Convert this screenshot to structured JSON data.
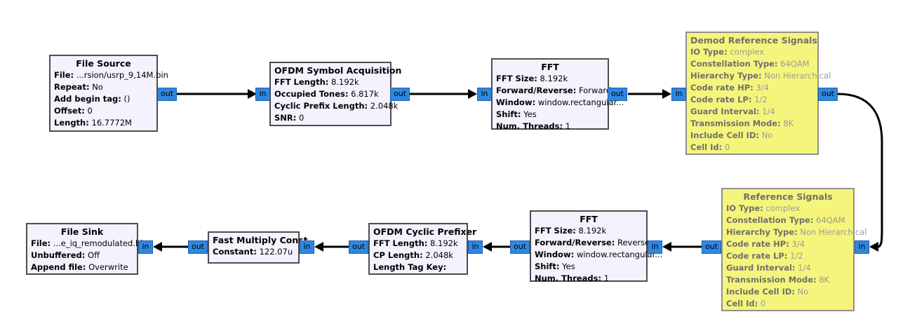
{
  "app": {
    "name": "GNU Radio Companion flowgraph"
  },
  "port_labels": {
    "in": "in",
    "out": "out"
  },
  "colors": {
    "block_fill": "#f4f2fd",
    "block_border": "#4d4d4d",
    "disabled_fill": "#f5f57c",
    "disabled_border": "#8f8f8f",
    "disabled_text": "#9a9a9a",
    "port_fill": "#2f87e0",
    "port_border": "#1a5fb4",
    "wire": "#000000"
  },
  "blocks": [
    {
      "title": "File Source",
      "params": [
        {
          "label": "File:",
          "value": "...rsion/usrp_9,14M.bin"
        },
        {
          "label": "Repeat:",
          "value": "No"
        },
        {
          "label": "Add begin tag:",
          "value": "()"
        },
        {
          "label": "Offset:",
          "value": "0"
        },
        {
          "label": "Length:",
          "value": "16.7772M"
        }
      ]
    },
    {
      "title": "OFDM Symbol Acquisition",
      "params": [
        {
          "label": "FFT Length:",
          "value": "8.192k"
        },
        {
          "label": "Occupied Tones:",
          "value": "6.817k"
        },
        {
          "label": "Cyclic Prefix Length:",
          "value": "2.048k"
        },
        {
          "label": "SNR:",
          "value": "0"
        }
      ]
    },
    {
      "title": "FFT",
      "params": [
        {
          "label": "FFT Size:",
          "value": "8.192k"
        },
        {
          "label": "Forward/Reverse:",
          "value": "Forward"
        },
        {
          "label": "Window:",
          "value": "window.rectangular..."
        },
        {
          "label": "Shift:",
          "value": "Yes"
        },
        {
          "label": "Num. Threads:",
          "value": "1"
        }
      ]
    },
    {
      "title": "Demod Reference Signals",
      "params": [
        {
          "label": "IO Type:",
          "value": "complex"
        },
        {
          "label": "Constellation Type:",
          "value": "64QAM"
        },
        {
          "label": "Hierarchy Type:",
          "value": "Non Hierarchical"
        },
        {
          "label": "Code rate HP:",
          "value": "3/4"
        },
        {
          "label": "Code rate LP:",
          "value": "1/2"
        },
        {
          "label": "Guard Interval:",
          "value": "1/4"
        },
        {
          "label": "Transmission Mode:",
          "value": "8K"
        },
        {
          "label": "Include Cell ID:",
          "value": "No"
        },
        {
          "label": "Cell Id:",
          "value": "0"
        }
      ]
    },
    {
      "title": "Reference Signals",
      "params": [
        {
          "label": "IO Type:",
          "value": "complex"
        },
        {
          "label": "Constellation Type:",
          "value": "64QAM"
        },
        {
          "label": "Hierarchy Type:",
          "value": "Non Hierarchical"
        },
        {
          "label": "Code rate HP:",
          "value": "3/4"
        },
        {
          "label": "Code rate LP:",
          "value": "1/2"
        },
        {
          "label": "Guard Interval:",
          "value": "1/4"
        },
        {
          "label": "Transmission Mode:",
          "value": "8K"
        },
        {
          "label": "Include Cell ID:",
          "value": "No"
        },
        {
          "label": "Cell Id:",
          "value": "0"
        }
      ]
    },
    {
      "title": "FFT",
      "params": [
        {
          "label": "FFT Size:",
          "value": "8.192k"
        },
        {
          "label": "Forward/Reverse:",
          "value": "Reverse"
        },
        {
          "label": "Window:",
          "value": "window.rectangular..."
        },
        {
          "label": "Shift:",
          "value": "Yes"
        },
        {
          "label": "Num. Threads:",
          "value": "1"
        }
      ]
    },
    {
      "title": "OFDM Cyclic Prefixer",
      "params": [
        {
          "label": "FFT Length:",
          "value": "8.192k"
        },
        {
          "label": "CP Length:",
          "value": "2.048k"
        },
        {
          "label": "Length Tag Key:",
          "value": ""
        }
      ]
    },
    {
      "title": "Fast Multiply Const",
      "params": [
        {
          "label": "Constant:",
          "value": "122.07u"
        }
      ]
    },
    {
      "title": "File Sink",
      "params": [
        {
          "label": "File:",
          "value": "...e_iq_remodulated.bin"
        },
        {
          "label": "Unbuffered:",
          "value": "Off"
        },
        {
          "label": "Append file:",
          "value": "Overwrite"
        }
      ]
    }
  ]
}
